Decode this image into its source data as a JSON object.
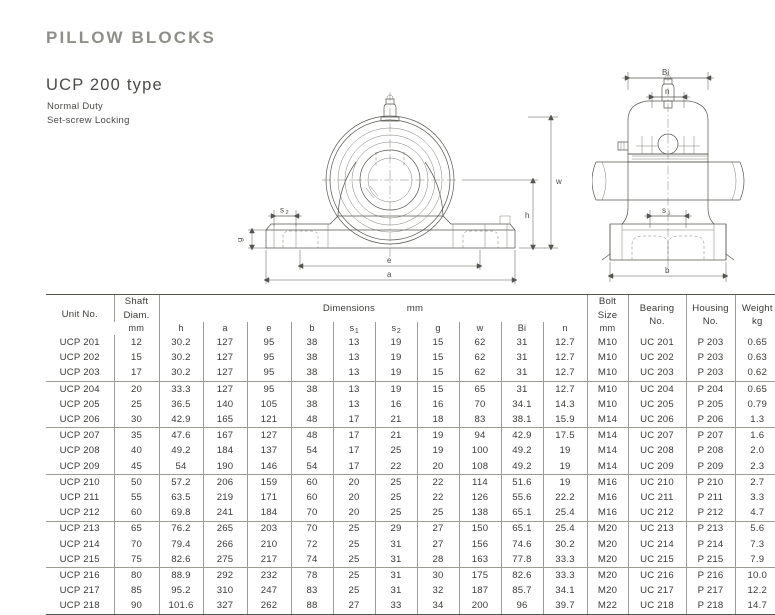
{
  "header": {
    "title": "PILLOW BLOCKS",
    "type_title": "UCP  200  type",
    "subtitle_1": "Normal Duty",
    "subtitle_2": "Set-screw Locking"
  },
  "drawings": {
    "front_view": {
      "name": "front-view",
      "dimension_labels": [
        "s₂",
        "g",
        "e",
        "a",
        "w",
        "h"
      ]
    },
    "side_view": {
      "name": "side-view",
      "dimension_labels": [
        "Bi",
        "n",
        "s₁",
        "b"
      ]
    }
  },
  "table": {
    "headers": {
      "unit_no": "Unit  No.",
      "shaft_diam_l1": "Shaft",
      "shaft_diam_l2": "Diam.",
      "shaft_diam_l3": "mm",
      "dimensions": "Dimensions",
      "dimensions_unit": "mm",
      "bolt_size_l1": "Bolt",
      "bolt_size_l2": "Size",
      "bolt_size_l3": "mm",
      "bearing_no_l1": "Bearing",
      "bearing_no_l2": "No.",
      "housing_no_l1": "Housing",
      "housing_no_l2": "No.",
      "weight_l1": "Weight",
      "weight_l2": "kg",
      "dim_cols": [
        "h",
        "a",
        "e",
        "b",
        "s",
        "s",
        "g",
        "w",
        "Bi",
        "n"
      ],
      "dim_col_subs": [
        "",
        "",
        "",
        "",
        "1",
        "2",
        "",
        "",
        "",
        ""
      ]
    },
    "groups": [
      {
        "rows": [
          {
            "unit": "UCP  201",
            "shaft": "12",
            "h": "30.2",
            "a": "127",
            "e": "95",
            "b": "38",
            "s1": "13",
            "s2": "19",
            "g": "15",
            "w": "62",
            "bi": "31",
            "n": "12.7",
            "bolt": "M10",
            "bearing": "UC  201",
            "housing": "P  203",
            "weight": "0.65"
          },
          {
            "unit": "UCP  202",
            "shaft": "15",
            "h": "30.2",
            "a": "127",
            "e": "95",
            "b": "38",
            "s1": "13",
            "s2": "19",
            "g": "15",
            "w": "62",
            "bi": "31",
            "n": "12.7",
            "bolt": "M10",
            "bearing": "UC  202",
            "housing": "P  203",
            "weight": "0.63"
          },
          {
            "unit": "UCP  203",
            "shaft": "17",
            "h": "30.2",
            "a": "127",
            "e": "95",
            "b": "38",
            "s1": "13",
            "s2": "19",
            "g": "15",
            "w": "62",
            "bi": "31",
            "n": "12.7",
            "bolt": "M10",
            "bearing": "UC  203",
            "housing": "P  203",
            "weight": "0.62"
          }
        ]
      },
      {
        "rows": [
          {
            "unit": "UCP  204",
            "shaft": "20",
            "h": "33.3",
            "a": "127",
            "e": "95",
            "b": "38",
            "s1": "13",
            "s2": "19",
            "g": "15",
            "w": "65",
            "bi": "31",
            "n": "12.7",
            "bolt": "M10",
            "bearing": "UC  204",
            "housing": "P  204",
            "weight": "0.65"
          },
          {
            "unit": "UCP  205",
            "shaft": "25",
            "h": "36.5",
            "a": "140",
            "e": "105",
            "b": "38",
            "s1": "13",
            "s2": "16",
            "g": "16",
            "w": "70",
            "bi": "34.1",
            "n": "14.3",
            "bolt": "M10",
            "bearing": "UC  205",
            "housing": "P  205",
            "weight": "0.79"
          },
          {
            "unit": "UCP  206",
            "shaft": "30",
            "h": "42.9",
            "a": "165",
            "e": "121",
            "b": "48",
            "s1": "17",
            "s2": "21",
            "g": "18",
            "w": "83",
            "bi": "38.1",
            "n": "15.9",
            "bolt": "M14",
            "bearing": "UC  206",
            "housing": "P  206",
            "weight": "1.3"
          }
        ]
      },
      {
        "rows": [
          {
            "unit": "UCP  207",
            "shaft": "35",
            "h": "47.6",
            "a": "167",
            "e": "127",
            "b": "48",
            "s1": "17",
            "s2": "21",
            "g": "19",
            "w": "94",
            "bi": "42.9",
            "n": "17.5",
            "bolt": "M14",
            "bearing": "UC  207",
            "housing": "P  207",
            "weight": "1.6"
          },
          {
            "unit": "UCP  208",
            "shaft": "40",
            "h": "49.2",
            "a": "184",
            "e": "137",
            "b": "54",
            "s1": "17",
            "s2": "25",
            "g": "19",
            "w": "100",
            "bi": "49.2",
            "n": "19",
            "bolt": "M14",
            "bearing": "UC  208",
            "housing": "P  208",
            "weight": "2.0"
          },
          {
            "unit": "UCP  209",
            "shaft": "45",
            "h": "54",
            "a": "190",
            "e": "146",
            "b": "54",
            "s1": "17",
            "s2": "22",
            "g": "20",
            "w": "108",
            "bi": "49.2",
            "n": "19",
            "bolt": "M14",
            "bearing": "UC  209",
            "housing": "P  209",
            "weight": "2.3"
          }
        ]
      },
      {
        "rows": [
          {
            "unit": "UCP  210",
            "shaft": "50",
            "h": "57.2",
            "a": "206",
            "e": "159",
            "b": "60",
            "s1": "20",
            "s2": "25",
            "g": "22",
            "w": "114",
            "bi": "51.6",
            "n": "19",
            "bolt": "M16",
            "bearing": "UC  210",
            "housing": "P  210",
            "weight": "2.7"
          },
          {
            "unit": "UCP  211",
            "shaft": "55",
            "h": "63.5",
            "a": "219",
            "e": "171",
            "b": "60",
            "s1": "20",
            "s2": "25",
            "g": "22",
            "w": "126",
            "bi": "55.6",
            "n": "22.2",
            "bolt": "M16",
            "bearing": "UC  211",
            "housing": "P  211",
            "weight": "3.3"
          },
          {
            "unit": "UCP  212",
            "shaft": "60",
            "h": "69.8",
            "a": "241",
            "e": "184",
            "b": "70",
            "s1": "20",
            "s2": "25",
            "g": "25",
            "w": "138",
            "bi": "65.1",
            "n": "25.4",
            "bolt": "M16",
            "bearing": "UC  212",
            "housing": "P  212",
            "weight": "4.7"
          }
        ]
      },
      {
        "rows": [
          {
            "unit": "UCP  213",
            "shaft": "65",
            "h": "76.2",
            "a": "265",
            "e": "203",
            "b": "70",
            "s1": "25",
            "s2": "29",
            "g": "27",
            "w": "150",
            "bi": "65.1",
            "n": "25.4",
            "bolt": "M20",
            "bearing": "UC  213",
            "housing": "P  213",
            "weight": "5.6"
          },
          {
            "unit": "UCP  214",
            "shaft": "70",
            "h": "79.4",
            "a": "266",
            "e": "210",
            "b": "72",
            "s1": "25",
            "s2": "31",
            "g": "27",
            "w": "156",
            "bi": "74.6",
            "n": "30.2",
            "bolt": "M20",
            "bearing": "UC  214",
            "housing": "P  214",
            "weight": "7.3"
          },
          {
            "unit": "UCP  215",
            "shaft": "75",
            "h": "82.6",
            "a": "275",
            "e": "217",
            "b": "74",
            "s1": "25",
            "s2": "31",
            "g": "28",
            "w": "163",
            "bi": "77.8",
            "n": "33.3",
            "bolt": "M20",
            "bearing": "UC  215",
            "housing": "P  215",
            "weight": "7.9"
          }
        ]
      },
      {
        "rows": [
          {
            "unit": "UCP  216",
            "shaft": "80",
            "h": "88.9",
            "a": "292",
            "e": "232",
            "b": "78",
            "s1": "25",
            "s2": "31",
            "g": "30",
            "w": "175",
            "bi": "82.6",
            "n": "33.3",
            "bolt": "M20",
            "bearing": "UC  216",
            "housing": "P  216",
            "weight": "10.0"
          },
          {
            "unit": "UCP  217",
            "shaft": "85",
            "h": "95.2",
            "a": "310",
            "e": "247",
            "b": "83",
            "s1": "25",
            "s2": "31",
            "g": "32",
            "w": "187",
            "bi": "85.7",
            "n": "34.1",
            "bolt": "M20",
            "bearing": "UC  217",
            "housing": "P  217",
            "weight": "12.2"
          },
          {
            "unit": "UCP  218",
            "shaft": "90",
            "h": "101.6",
            "a": "327",
            "e": "262",
            "b": "88",
            "s1": "27",
            "s2": "33",
            "g": "34",
            "w": "200",
            "bi": "96",
            "n": "39.7",
            "bolt": "M22",
            "bearing": "UC  218",
            "housing": "P  218",
            "weight": "14.7"
          }
        ]
      }
    ]
  }
}
